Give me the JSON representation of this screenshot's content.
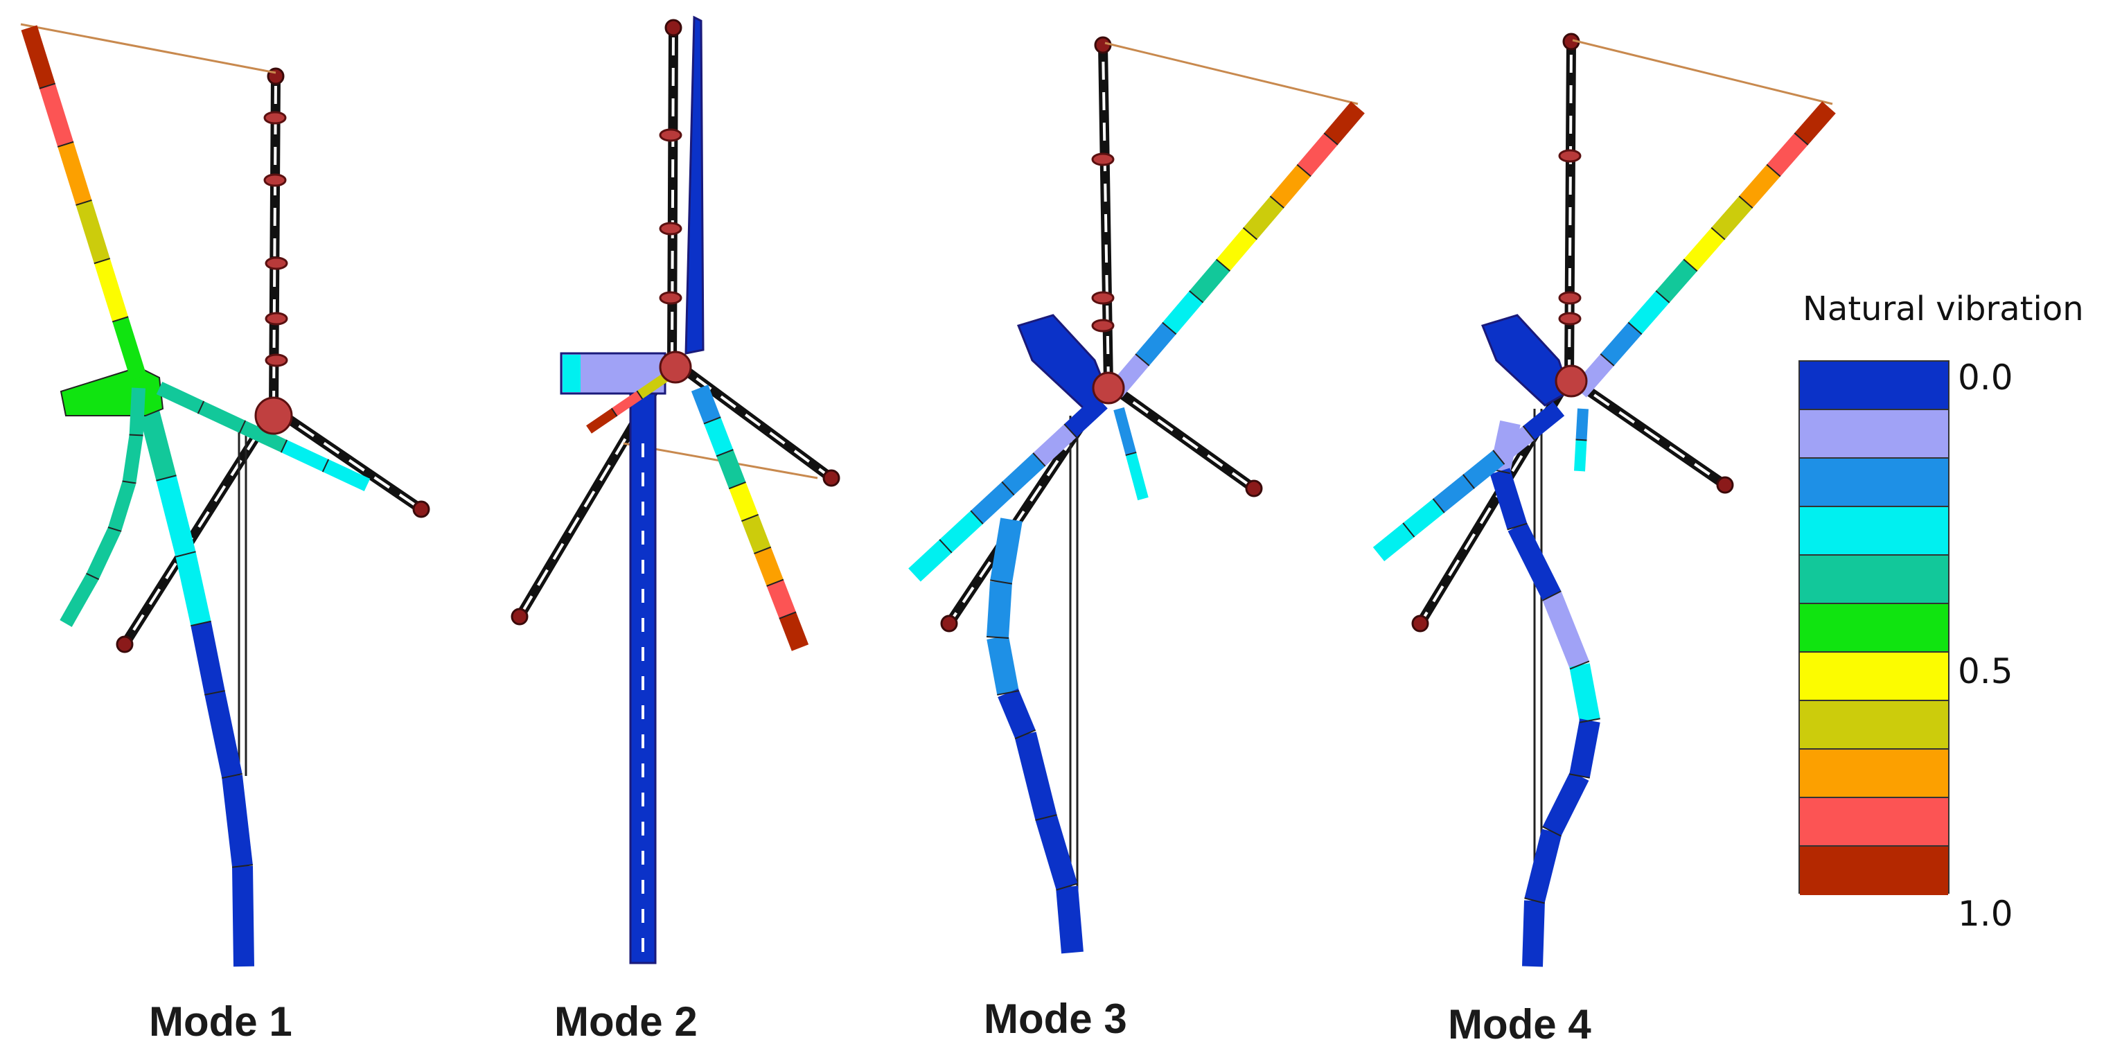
{
  "modes": [
    {
      "label": "Mode 1"
    },
    {
      "label": "Mode 2"
    },
    {
      "label": "Mode 3"
    },
    {
      "label": "Mode 4"
    }
  ],
  "legend": {
    "title": "Natural vibration",
    "colors": [
      "#0b32c8",
      "#a0a2f6",
      "#1e90e6",
      "#00f0f0",
      "#12c89a",
      "#10e410",
      "#fcfc00",
      "#cccc0c",
      "#fca000",
      "#fc5454",
      "#b42800"
    ],
    "ticks": [
      {
        "label": "0.0",
        "value": 0.0
      },
      {
        "label": "0.5",
        "value": 0.5
      },
      {
        "label": "1.0",
        "value": 1.0
      }
    ]
  }
}
